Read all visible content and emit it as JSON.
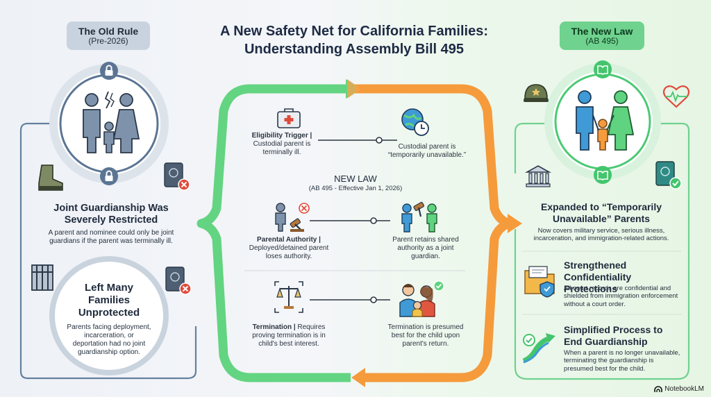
{
  "header": {
    "title_line1": "A New Safety Net for California Families:",
    "title_line2": "Understanding Assembly Bill 495"
  },
  "old_rule": {
    "badge_title": "The Old Rule",
    "badge_sub": "(Pre-2026)",
    "heading_line1": "Joint Guardianship Was",
    "heading_line2": "Severely Restricted",
    "body_line1": "A parent and nominee could only be joint",
    "body_line2": "guardians if the parent was terminally ill.",
    "circle_heading_line1": "Left Many",
    "circle_heading_line2": "Families",
    "circle_heading_line3": "Unprotected",
    "circle_body_line1": "Parents facing deployment,",
    "circle_body_line2": "incarceration, or",
    "circle_body_line3": "deportation had no joint",
    "circle_body_line4": "guardianship option."
  },
  "new_law": {
    "badge_title": "The New Law",
    "badge_sub": "(AB 495)",
    "heading_line1": "Expanded to “Temporarily",
    "heading_line2": "Unavailable” Parents",
    "body_line1": "Now covers military service, serious illness,",
    "body_line2": "incarceration, and immigration-related actions.",
    "confidentiality_line1": "Strengthened",
    "confidentiality_line2": "Confidentiality Protections",
    "confidentiality_body_line1": "All court records are confidential and",
    "confidentiality_body_line2": "shielded from immigration enforcement",
    "confidentiality_body_line3": "without a court order.",
    "simplified_line1": "Simplified Process to",
    "simplified_line2": "End Guardianship",
    "simplified_body_line1": "When a parent is no longer unavailable,",
    "simplified_body_line2": "terminating the guardianship is",
    "simplified_body_line3": "presumed best for the child."
  },
  "center": {
    "label": "NEW LAW",
    "sublabel": "(AB 495 - Effective Jan 1, 2026)",
    "rows": [
      {
        "left_title": "Eligibility Trigger |",
        "left_line1": "Custodial parent is",
        "left_line2": "terminally ill.",
        "right_line1": "Custodial parent is",
        "right_line2": "“temporarily unavailable.”"
      },
      {
        "left_title": "Parental Authority |",
        "left_line1": "Deployed/detained parent",
        "left_line2": "loses authority.",
        "right_line1": "Parent retains shared",
        "right_line2": "authority as a joint",
        "right_line3": "guardian."
      },
      {
        "left_title": "Termination |",
        "left_title_rest": " Requires",
        "left_line1": "proving termination is in",
        "left_line2": "child's best interest.",
        "right_line1": "Termination is presumed",
        "right_line2": "best for the child upon",
        "right_line3": "parent's return."
      }
    ]
  },
  "footer": {
    "brand": "NotebookLM"
  },
  "colors": {
    "old_accent": "#5d7795",
    "new_accent": "#44c56d",
    "arrow_green": "#5fd37f",
    "arrow_orange": "#f59a3a",
    "alert_red": "#e04a3a"
  },
  "icons": {
    "lock": "lock-icon",
    "broken_family": "broken-family-icon",
    "boot": "military-boot-icon",
    "passport_denied": "passport-denied-icon",
    "jail": "jail-bars-icon",
    "first_aid": "first-aid-kit-icon",
    "globe_clock": "globe-clock-icon",
    "gavel_denied": "gavel-denied-icon",
    "handshake_gavel": "shared-authority-icon",
    "scales": "justice-scales-icon",
    "reunited_family": "reunited-family-icon",
    "helmet": "military-helmet-icon",
    "heartbeat": "heartbeat-icon",
    "courthouse": "courthouse-icon",
    "passport_approved": "passport-approved-icon",
    "confidential": "confidential-folder-icon",
    "rising_path": "rising-path-icon"
  }
}
